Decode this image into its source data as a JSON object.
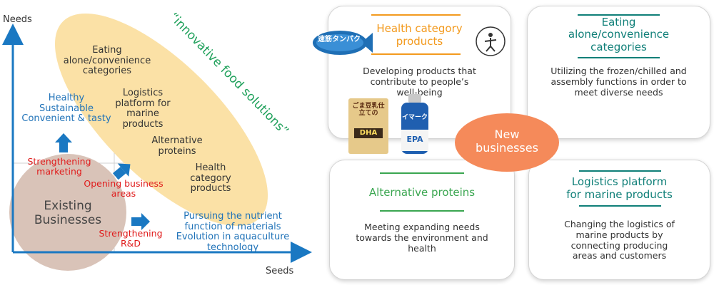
{
  "chart": {
    "y_axis_label": "Needs",
    "x_axis_label": "Seeds",
    "existing": "Existing\nBusinesses",
    "ellipse_items": [
      "Eating\nalone/convenience\ncategories",
      "Logistics\nplatform for\nmarine\nproducts",
      "Alternative\nproteins",
      "Health\ncategory\nproducts"
    ],
    "innovative_label": "“innovative food solutions”",
    "healthy_text": "Healthy\nSustainable\nConvenient & tasty",
    "strengthening_marketing": "Strengthening\nmarketing",
    "opening_areas": "Opening business\nareas",
    "strengthening_rd": "Strengthening\nR&D",
    "pursuing_text": "Pursuing the nutrient\nfunction of materials\nEvolution in aquaculture\ntechnology"
  },
  "cards": {
    "health": {
      "title": "Health category\nproducts",
      "body": "Developing products that\ncontribute to people’s\nwell-being",
      "product_fish_label": "速筋タンパク",
      "product_box_label": "ごま豆乳仕立ての",
      "product_box_sub": "DHA",
      "product_bottle_label": "イマーク",
      "product_bottle_sub": "EPA"
    },
    "eating": {
      "title": "Eating\nalone/convenience\ncategories",
      "body": "Utilizing the frozen/chilled and\nassembly functions in order to\nmeet diverse needs"
    },
    "alternative": {
      "title": "Alternative proteins",
      "body": "Meeting expanding needs\ntowards the environment and\nhealth"
    },
    "logistics": {
      "title": "Logistics platform\nfor marine products",
      "body": "Changing the logistics of\nmarine products by\nconnecting producing\nareas and customers"
    },
    "center": "New\nbusinesses"
  },
  "colors": {
    "axis": "#1a78c2",
    "ellipse": "#fbe1a6",
    "circle": "#d9c3b8",
    "green": "#1ea05a",
    "orange_title": "#f39a1e",
    "teal_title": "#0f7f78",
    "center_circle": "#f58a5a"
  }
}
